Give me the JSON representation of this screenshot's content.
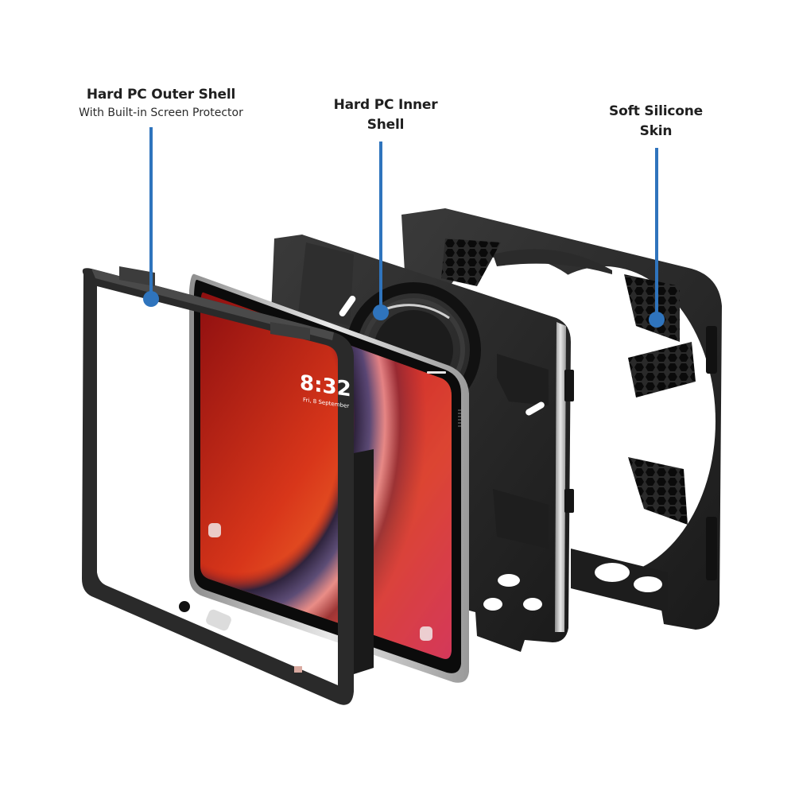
{
  "diagram": {
    "type": "exploded-view",
    "subject": "rugged tablet case",
    "accent_color": "#2f74bd",
    "callouts": [
      {
        "id": "outer-shell",
        "title": "Hard PC Outer Shell",
        "subtitle": "With Built-in Screen Protector"
      },
      {
        "id": "inner-shell",
        "title_line1": "Hard PC Inner",
        "title_line2": "Shell"
      },
      {
        "id": "silicone-skin",
        "title_line1": "Soft Silicone",
        "title_line2": "Skin"
      }
    ],
    "tablet_screen": {
      "time": "8:32",
      "date": "Fri, 8 September"
    }
  }
}
